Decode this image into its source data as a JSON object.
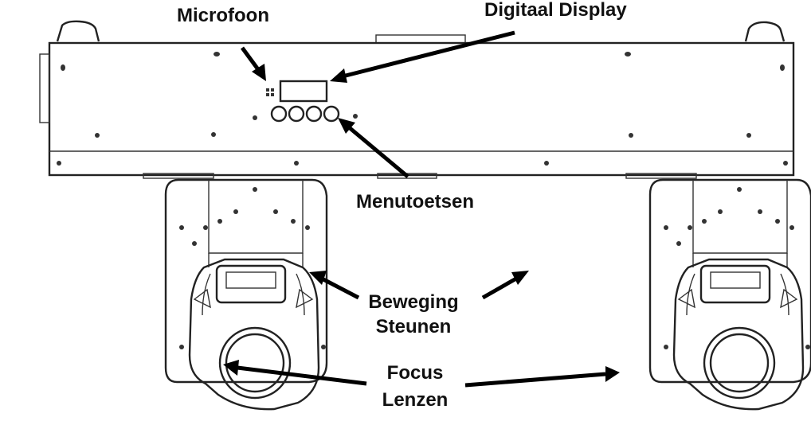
{
  "labels": {
    "microphone": "Microfoon",
    "display": "Digitaal Display",
    "menu_buttons": "Menutoetsen",
    "movement_line1": "Beweging",
    "movement_line2": "Steunen",
    "focus_line1": "Focus",
    "focus_line2": "Lenzen"
  },
  "colors": {
    "line": "#222222",
    "text": "#111111",
    "background": "#ffffff"
  }
}
